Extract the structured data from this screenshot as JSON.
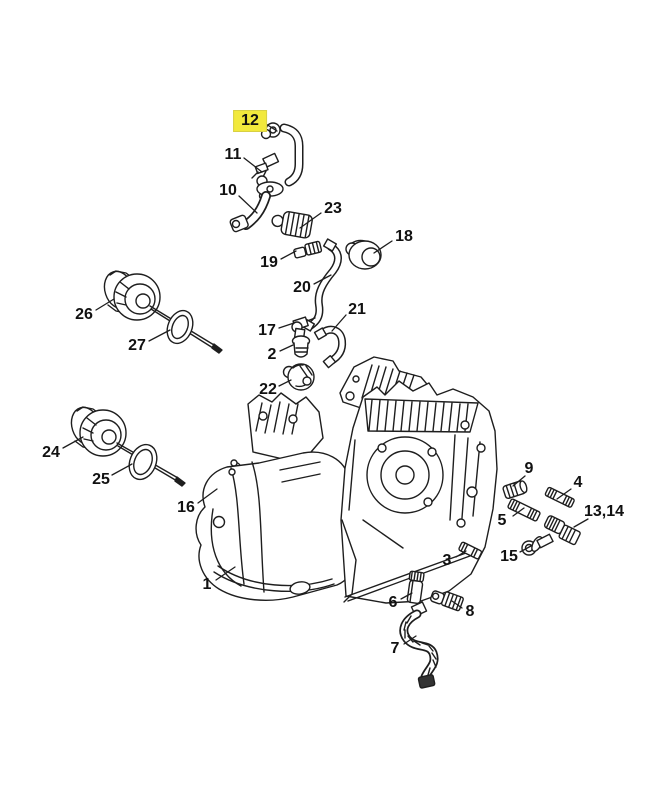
{
  "diagram": {
    "colors": {
      "background": "#ffffff",
      "ink": "#1e1e1e",
      "highlight": "#f2e93c"
    },
    "highlighted_label": "12",
    "labels": [
      {
        "id": "12",
        "text": "12",
        "highlighted": true
      },
      {
        "id": "11",
        "text": "11",
        "highlighted": false
      },
      {
        "id": "10",
        "text": "10",
        "highlighted": false
      },
      {
        "id": "23",
        "text": "23",
        "highlighted": false
      },
      {
        "id": "19",
        "text": "19",
        "highlighted": false
      },
      {
        "id": "18",
        "text": "18",
        "highlighted": false
      },
      {
        "id": "20",
        "text": "20",
        "highlighted": false
      },
      {
        "id": "21",
        "text": "21",
        "highlighted": false
      },
      {
        "id": "17",
        "text": "17",
        "highlighted": false
      },
      {
        "id": "2",
        "text": "2",
        "highlighted": false
      },
      {
        "id": "22",
        "text": "22",
        "highlighted": false
      },
      {
        "id": "26",
        "text": "26",
        "highlighted": false
      },
      {
        "id": "27",
        "text": "27",
        "highlighted": false
      },
      {
        "id": "24",
        "text": "24",
        "highlighted": false
      },
      {
        "id": "25",
        "text": "25",
        "highlighted": false
      },
      {
        "id": "16",
        "text": "16",
        "highlighted": false
      },
      {
        "id": "1",
        "text": "1",
        "highlighted": false
      },
      {
        "id": "9",
        "text": "9",
        "highlighted": false
      },
      {
        "id": "4",
        "text": "4",
        "highlighted": false
      },
      {
        "id": "5",
        "text": "5",
        "highlighted": false
      },
      {
        "id": "13,14",
        "text": "13,14",
        "highlighted": false
      },
      {
        "id": "3",
        "text": "3",
        "highlighted": false
      },
      {
        "id": "15",
        "text": "15",
        "highlighted": false
      },
      {
        "id": "6",
        "text": "6",
        "highlighted": false
      },
      {
        "id": "8",
        "text": "8",
        "highlighted": false
      },
      {
        "id": "7",
        "text": "7",
        "highlighted": false
      }
    ]
  }
}
